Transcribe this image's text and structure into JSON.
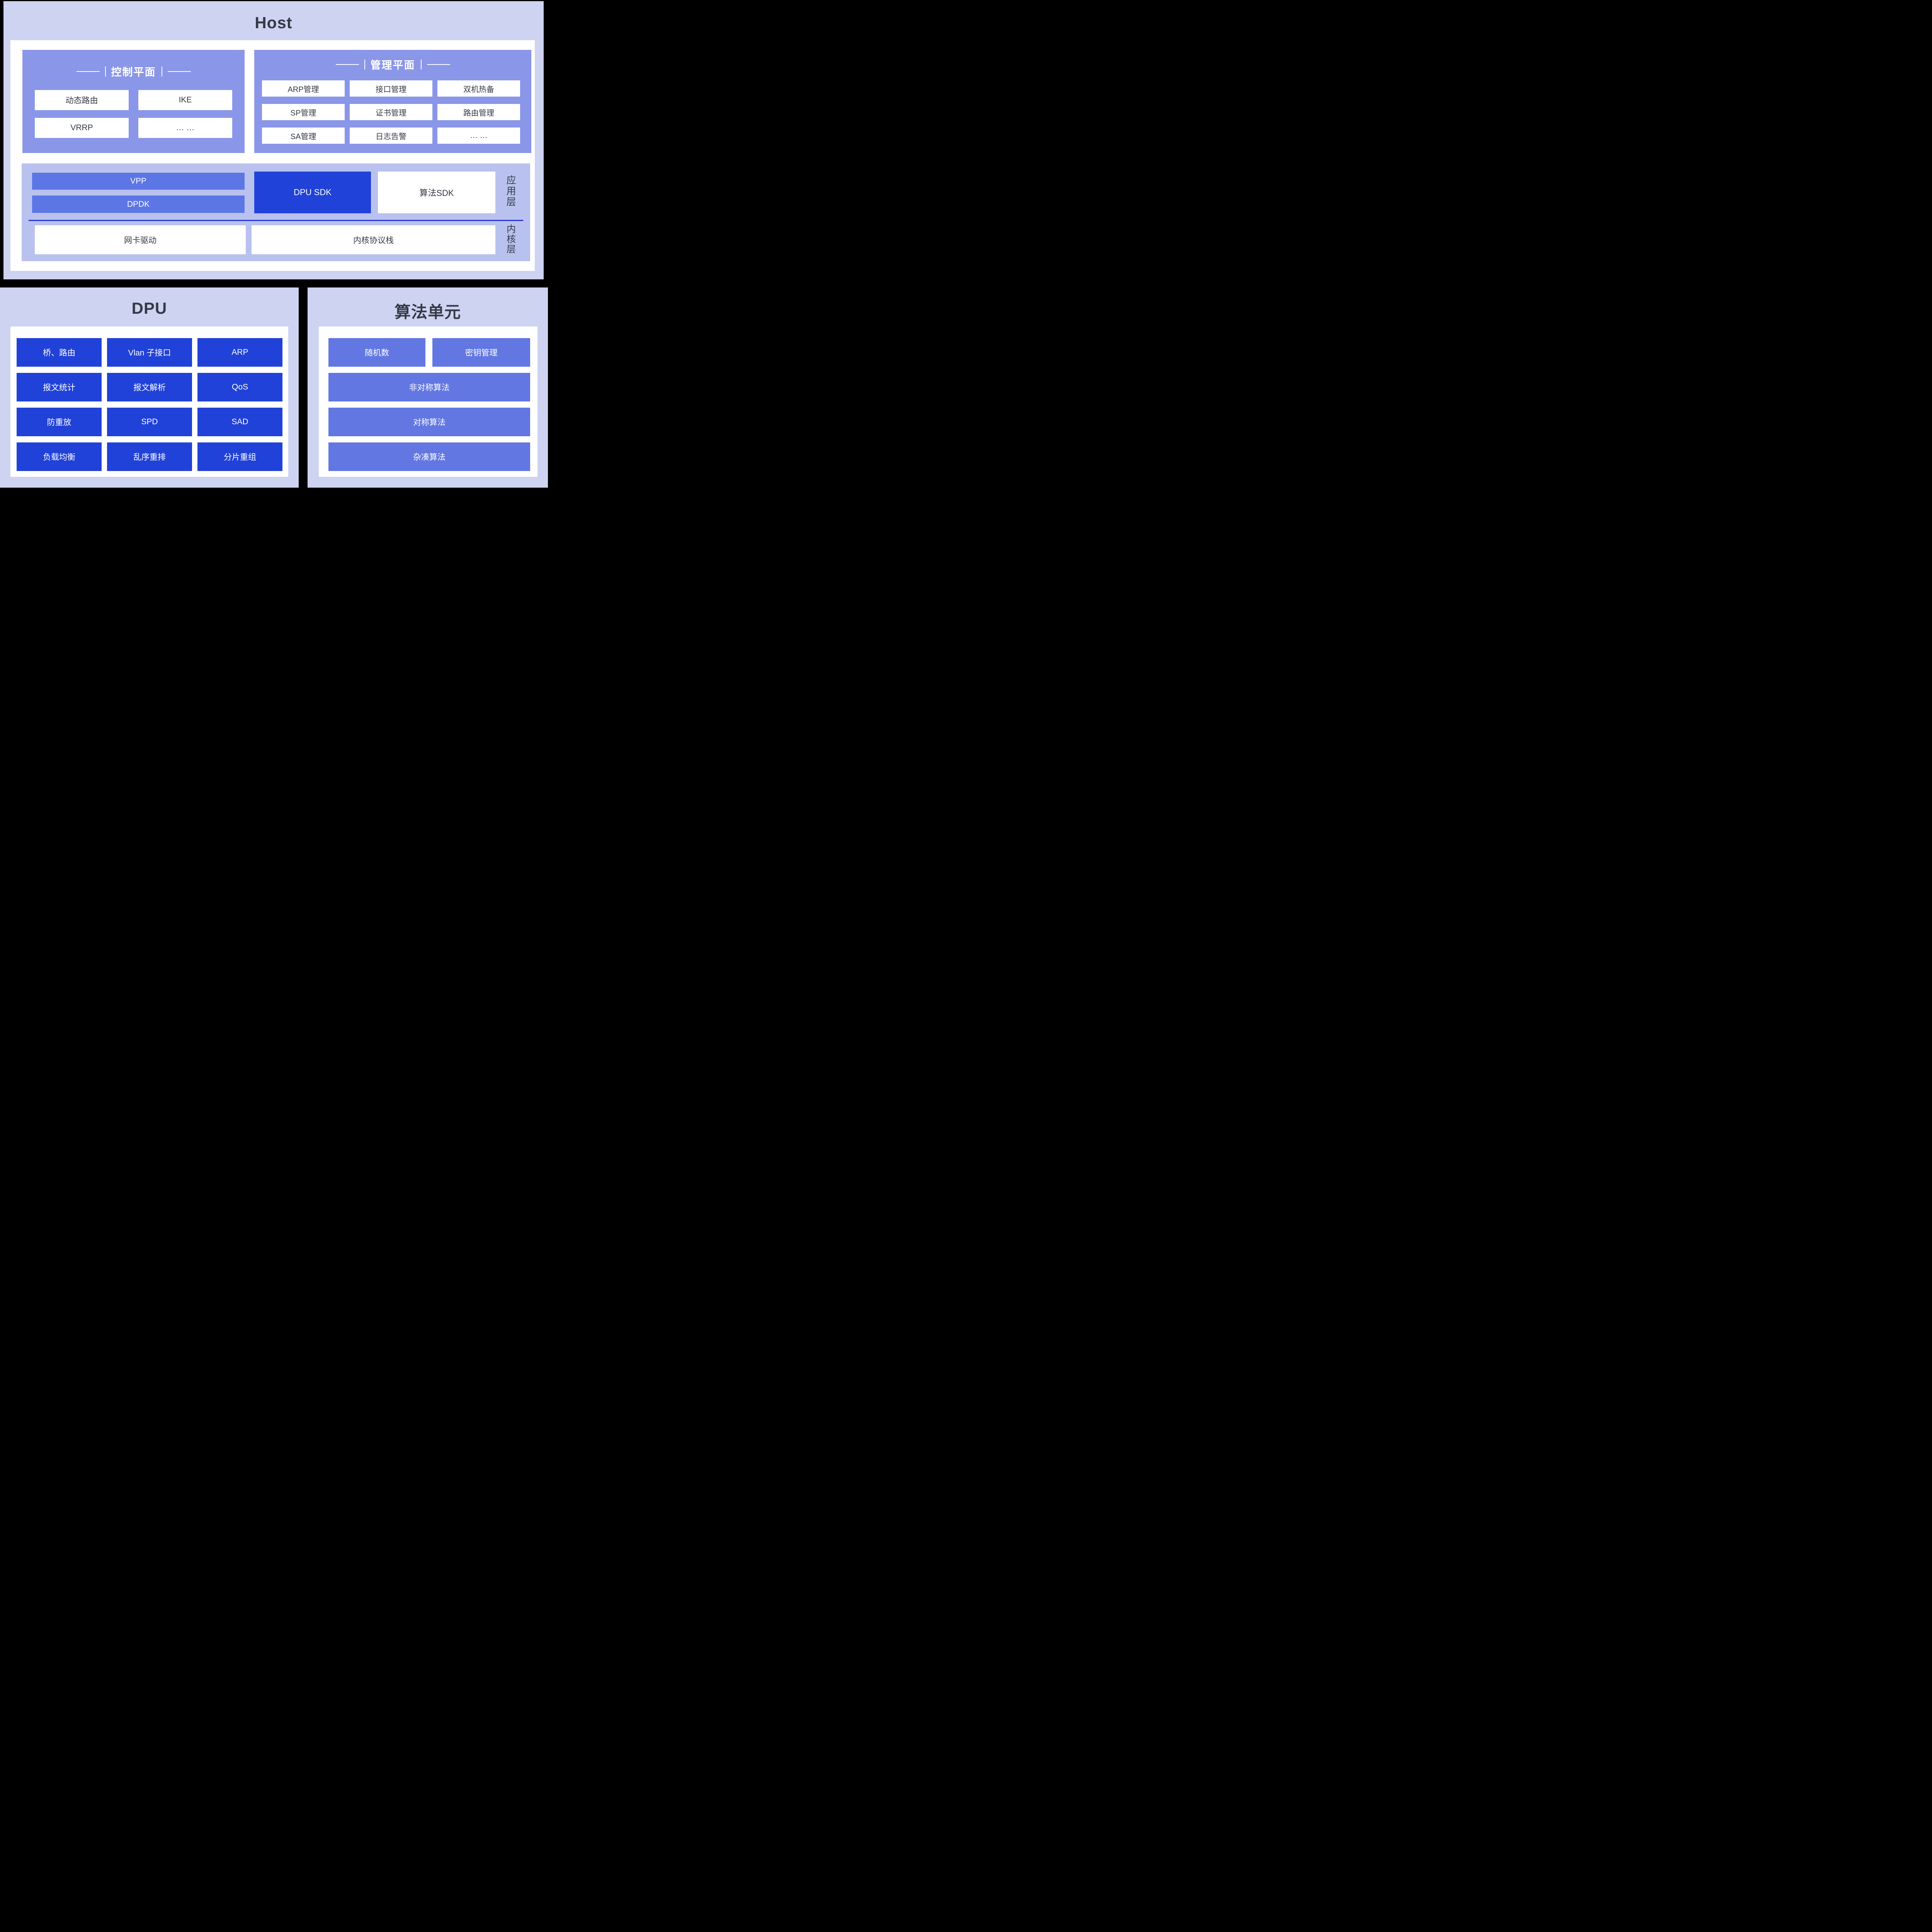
{
  "host": {
    "title": "Host",
    "control_plane": {
      "title": "控制平面",
      "items": [
        "动态路由",
        "IKE",
        "VRRP",
        "… …"
      ]
    },
    "management_plane": {
      "title": "管理平面",
      "items": [
        "ARP管理",
        "接口管理",
        "双机热备",
        "SP管理",
        "证书管理",
        "路由管理",
        "SA管理",
        "日志告警",
        "… …"
      ]
    },
    "layers": {
      "app_layer_label": "应用层",
      "kernel_layer_label": "内核层",
      "vpp_label": "VPP",
      "dpdk_label": "DPDK",
      "dpu_sdk_label": "DPU SDK",
      "algo_sdk_label": "算法SDK",
      "nic_driver_label": "网卡驱动",
      "kernel_stack_label": "内核协议栈"
    }
  },
  "dpu": {
    "title": "DPU",
    "items": [
      "桥、路由",
      "Vlan 子接口",
      "ARP",
      "报文统计",
      "报文解析",
      "QoS",
      "防重放",
      "SPD",
      "SAD",
      "负载均衡",
      "乱序重排",
      "分片重组"
    ]
  },
  "algorithm_unit": {
    "title": "算法单元",
    "top_items": [
      "随机数",
      "密钥管理"
    ],
    "rows": [
      "非对称算法",
      "对称算法",
      "杂凑算法"
    ]
  },
  "colors": {
    "background": "#000000",
    "panel_lavender": "#ced3f2",
    "plane_purple": "#8a96e8",
    "layers_purple": "#b9c1ef",
    "bar_blue": "#5d76e6",
    "strong_blue": "#2142d8",
    "mid_blue": "#6277e2",
    "divider_blue": "#2435cf",
    "text_dark": "#343a45"
  }
}
